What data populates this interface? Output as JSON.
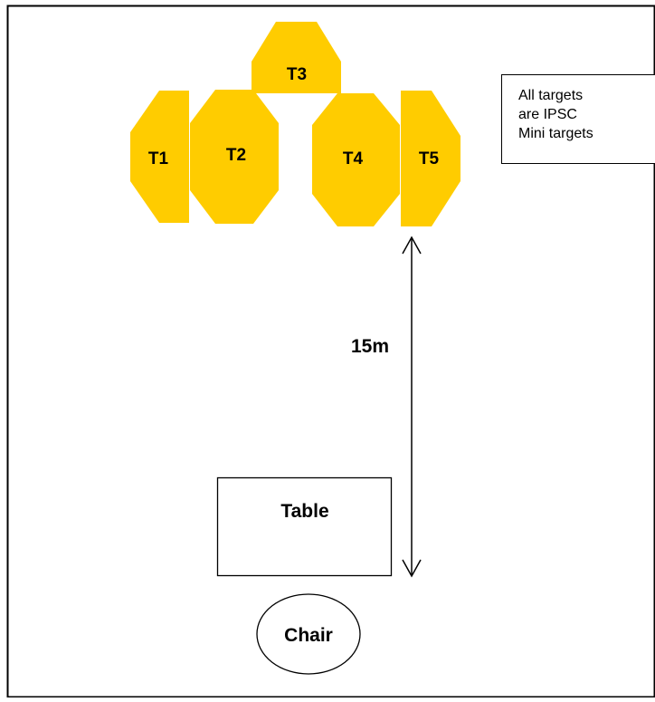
{
  "targets": [
    {
      "id": "t1",
      "label": "T1"
    },
    {
      "id": "t2",
      "label": "T2"
    },
    {
      "id": "t3",
      "label": "T3"
    },
    {
      "id": "t4",
      "label": "T4"
    },
    {
      "id": "t5",
      "label": "T5"
    }
  ],
  "note": {
    "lines": [
      "All targets",
      "are IPSC",
      "Mini targets"
    ]
  },
  "distance_label": "15m",
  "table_label": "Table",
  "chair_label": "Chair",
  "colors": {
    "target_fill": "#FFCC00",
    "stroke": "#000000",
    "background": "#FFFFFF"
  }
}
